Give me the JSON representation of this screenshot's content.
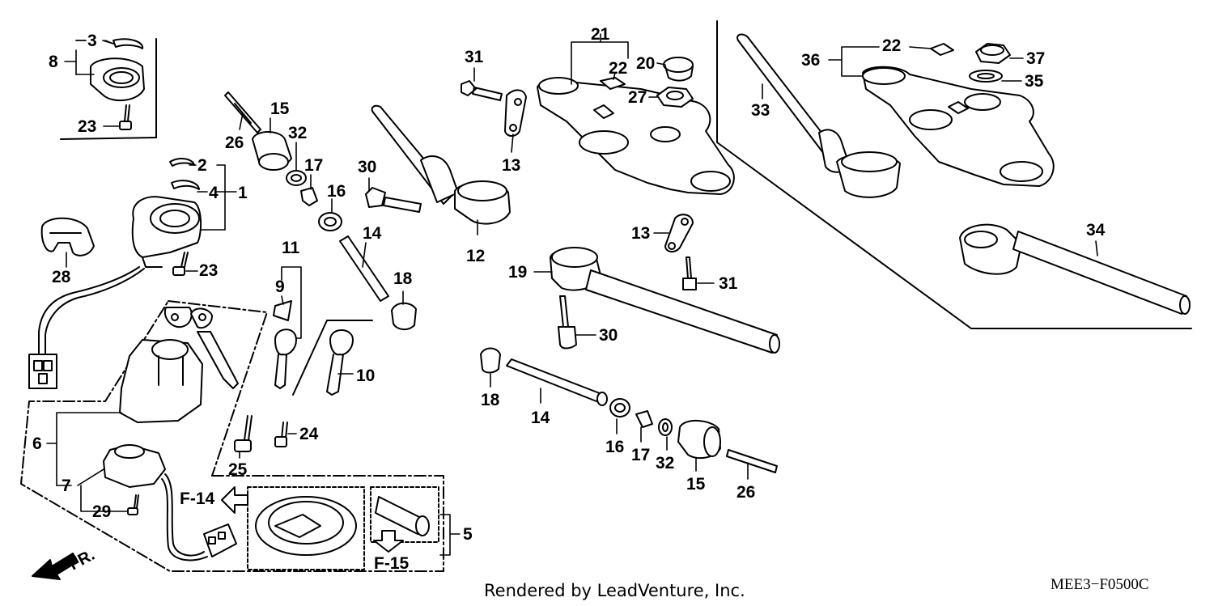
{
  "diagram": {
    "callouts": [
      {
        "id": "c1",
        "text": "1"
      },
      {
        "id": "c2",
        "text": "2"
      },
      {
        "id": "c3",
        "text": "3"
      },
      {
        "id": "c4",
        "text": "4"
      },
      {
        "id": "c5",
        "text": "5"
      },
      {
        "id": "c6",
        "text": "6"
      },
      {
        "id": "c7",
        "text": "7"
      },
      {
        "id": "c8",
        "text": "8"
      },
      {
        "id": "c9",
        "text": "9"
      },
      {
        "id": "c10",
        "text": "10"
      },
      {
        "id": "c11",
        "text": "11"
      },
      {
        "id": "c12",
        "text": "12"
      },
      {
        "id": "c13a",
        "text": "13"
      },
      {
        "id": "c13b",
        "text": "13"
      },
      {
        "id": "c14a",
        "text": "14"
      },
      {
        "id": "c14b",
        "text": "14"
      },
      {
        "id": "c15a",
        "text": "15"
      },
      {
        "id": "c15b",
        "text": "15"
      },
      {
        "id": "c16a",
        "text": "16"
      },
      {
        "id": "c16b",
        "text": "16"
      },
      {
        "id": "c17a",
        "text": "17"
      },
      {
        "id": "c17b",
        "text": "17"
      },
      {
        "id": "c18a",
        "text": "18"
      },
      {
        "id": "c18b",
        "text": "18"
      },
      {
        "id": "c19",
        "text": "19"
      },
      {
        "id": "c20",
        "text": "20"
      },
      {
        "id": "c21",
        "text": "21"
      },
      {
        "id": "c22a",
        "text": "22"
      },
      {
        "id": "c22b",
        "text": "22"
      },
      {
        "id": "c23a",
        "text": "23"
      },
      {
        "id": "c23b",
        "text": "23"
      },
      {
        "id": "c24",
        "text": "24"
      },
      {
        "id": "c25",
        "text": "25"
      },
      {
        "id": "c26a",
        "text": "26"
      },
      {
        "id": "c26b",
        "text": "26"
      },
      {
        "id": "c27",
        "text": "27"
      },
      {
        "id": "c28",
        "text": "28"
      },
      {
        "id": "c29",
        "text": "29"
      },
      {
        "id": "c30a",
        "text": "30"
      },
      {
        "id": "c30b",
        "text": "30"
      },
      {
        "id": "c31a",
        "text": "31"
      },
      {
        "id": "c31b",
        "text": "31"
      },
      {
        "id": "c32a",
        "text": "32"
      },
      {
        "id": "c32b",
        "text": "32"
      },
      {
        "id": "c33",
        "text": "33"
      },
      {
        "id": "c34",
        "text": "34"
      },
      {
        "id": "c35",
        "text": "35"
      },
      {
        "id": "c36",
        "text": "36"
      },
      {
        "id": "c37",
        "text": "37"
      }
    ],
    "refs": {
      "f14": "F-14",
      "f15": "F-15"
    },
    "direction_label": "FR.",
    "footer": "Rendered by LeadVenture, Inc.",
    "diagram_code": "MEE3−F0500C"
  }
}
